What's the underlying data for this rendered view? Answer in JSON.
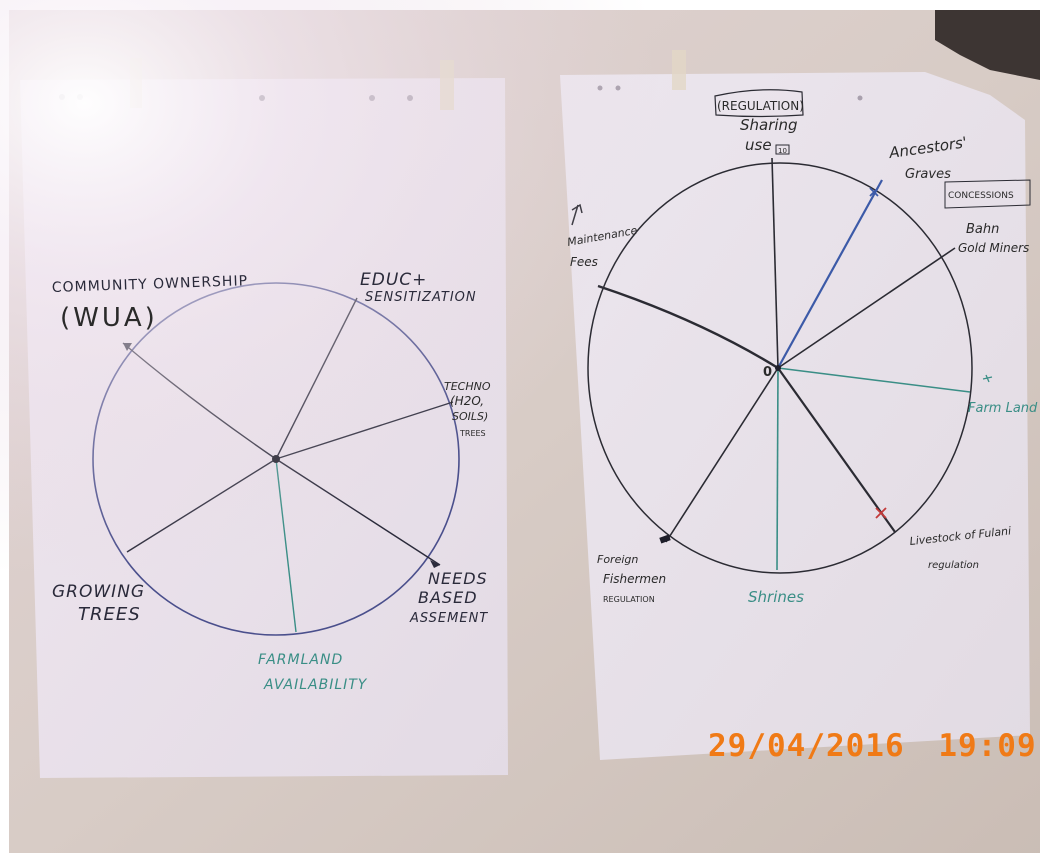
{
  "left_chart": {
    "labels": {
      "community": "COMMUNITY OWNERSHIP",
      "wua": "(WUA)",
      "educ_1": "EDUC+",
      "educ_2": "SENSITIZATION",
      "techno_1": "TECHNO",
      "techno_2": "(H2O,",
      "techno_3": "SOILS)",
      "techno_4": "TREES",
      "needs_1": "NEEDS",
      "needs_2": "BASED",
      "needs_3": "ASSEMENT",
      "farmland_1": "FARMLAND",
      "farmland_2": "AVAILABILITY",
      "growing_1": "GROWING",
      "growing_2": "TREES"
    }
  },
  "right_chart": {
    "labels": {
      "regulation": "(REGULATION)",
      "sharing": "Sharing",
      "use": "use",
      "box_mark": "10",
      "ancestors_1": "Ancestors'",
      "ancestors_2": "Graves",
      "concession": "CONCESSIONS",
      "bahn_1": "Bahn",
      "bahn_2": "Gold Miners",
      "maintenance_1": "Maintenance",
      "maintenance_2": "Fees",
      "center": "0",
      "farm_land": "Farm Land",
      "livestock_1": "Livestock of Fulani",
      "livestock_2": "regulation",
      "shrines": "Shrines",
      "foreign_1": "Foreign",
      "foreign_2": "Fishermen",
      "foreign_3": "REGULATION"
    }
  },
  "timestamp": {
    "date": "29/04/2016",
    "time": "19:09"
  },
  "colors": {
    "wall": "#d9cfc7",
    "paper": "#e9e4f0",
    "ink_dark": "#2b2b33",
    "ink_blue": "#3c5aa8",
    "ink_teal": "#3a8e86",
    "ink_red": "#c43a3a",
    "stamp": "#f07a16"
  }
}
